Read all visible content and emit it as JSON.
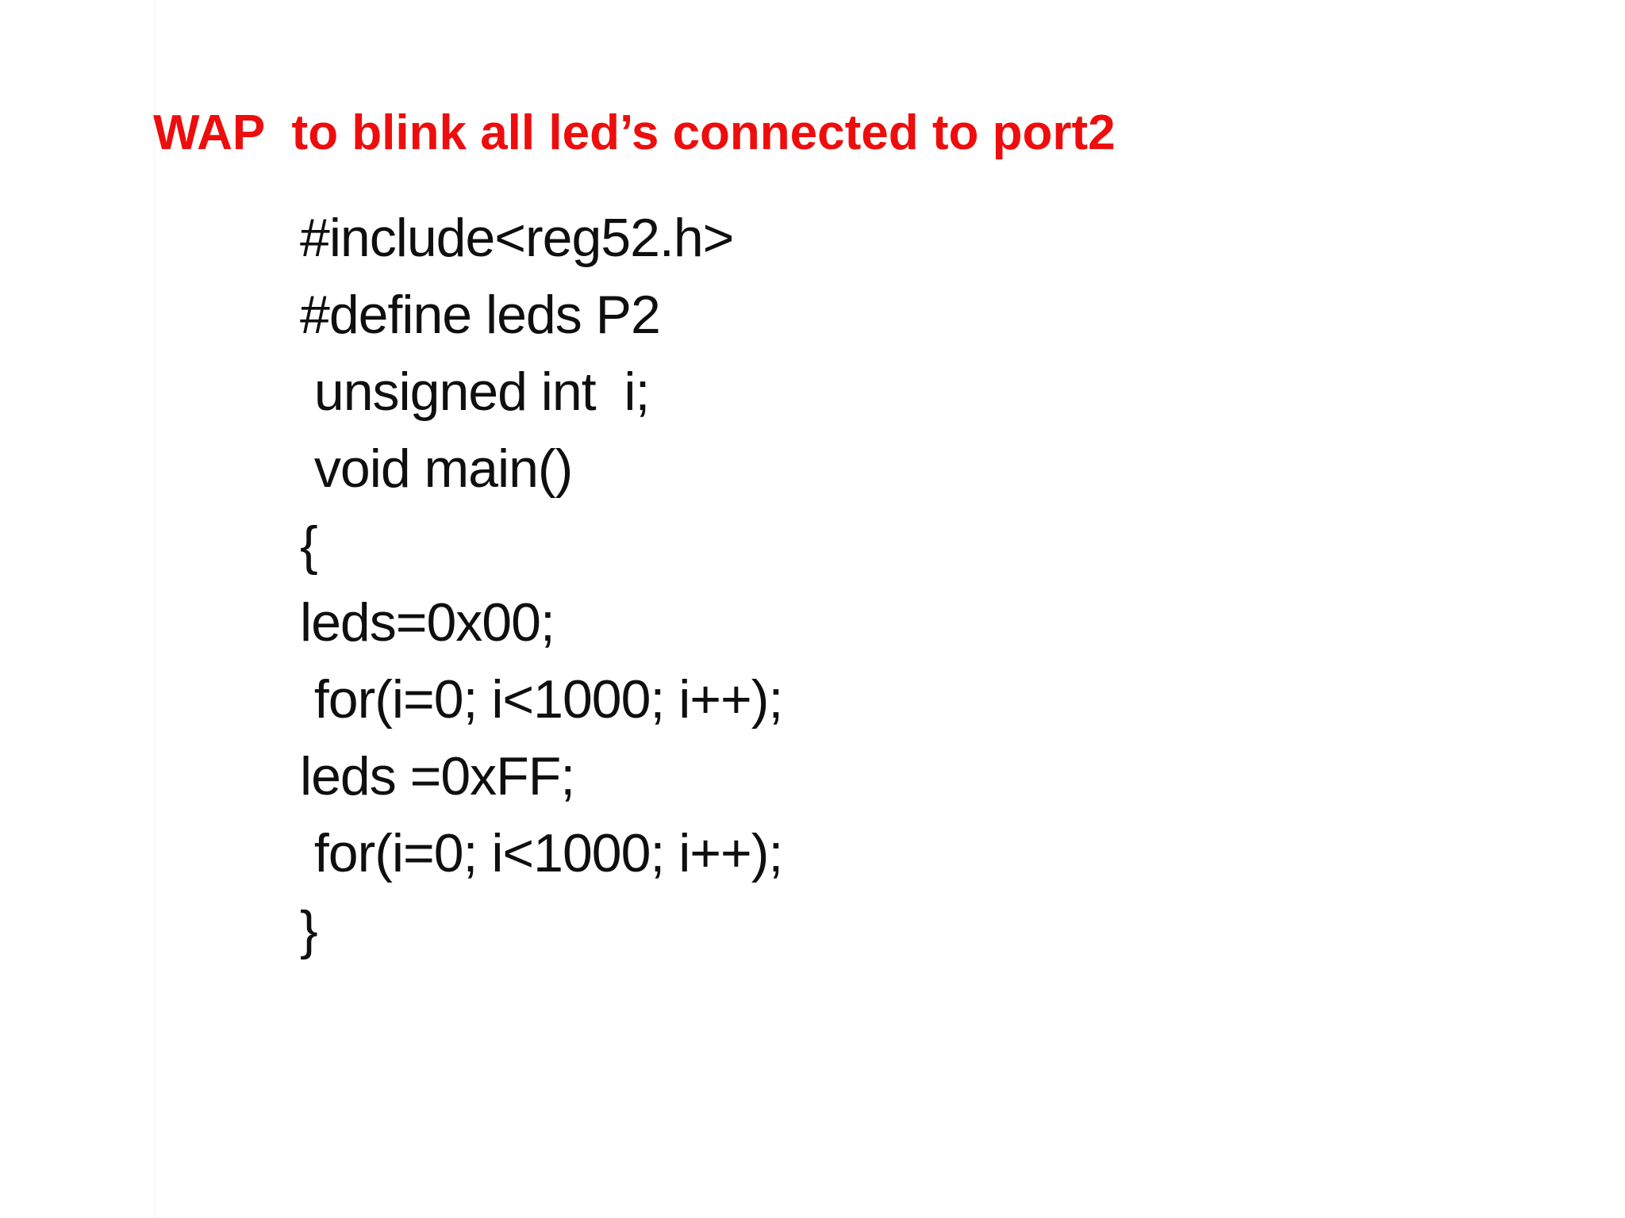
{
  "slide": {
    "background_color": "#ffffff",
    "title": {
      "text": "WAP  to blink all led’s connected to port2",
      "color": "#ee0d0d"
    },
    "code": {
      "color": "#0f0f0f",
      "lines": [
        "#include<reg52.h>",
        "#define leds P2",
        " unsigned int  i;",
        " void main()",
        "{",
        "leds=0x00;",
        " for(i=0; i<1000; i++);",
        "leds =0xFF;",
        " for(i=0; i<1000; i++);",
        "}"
      ]
    }
  }
}
